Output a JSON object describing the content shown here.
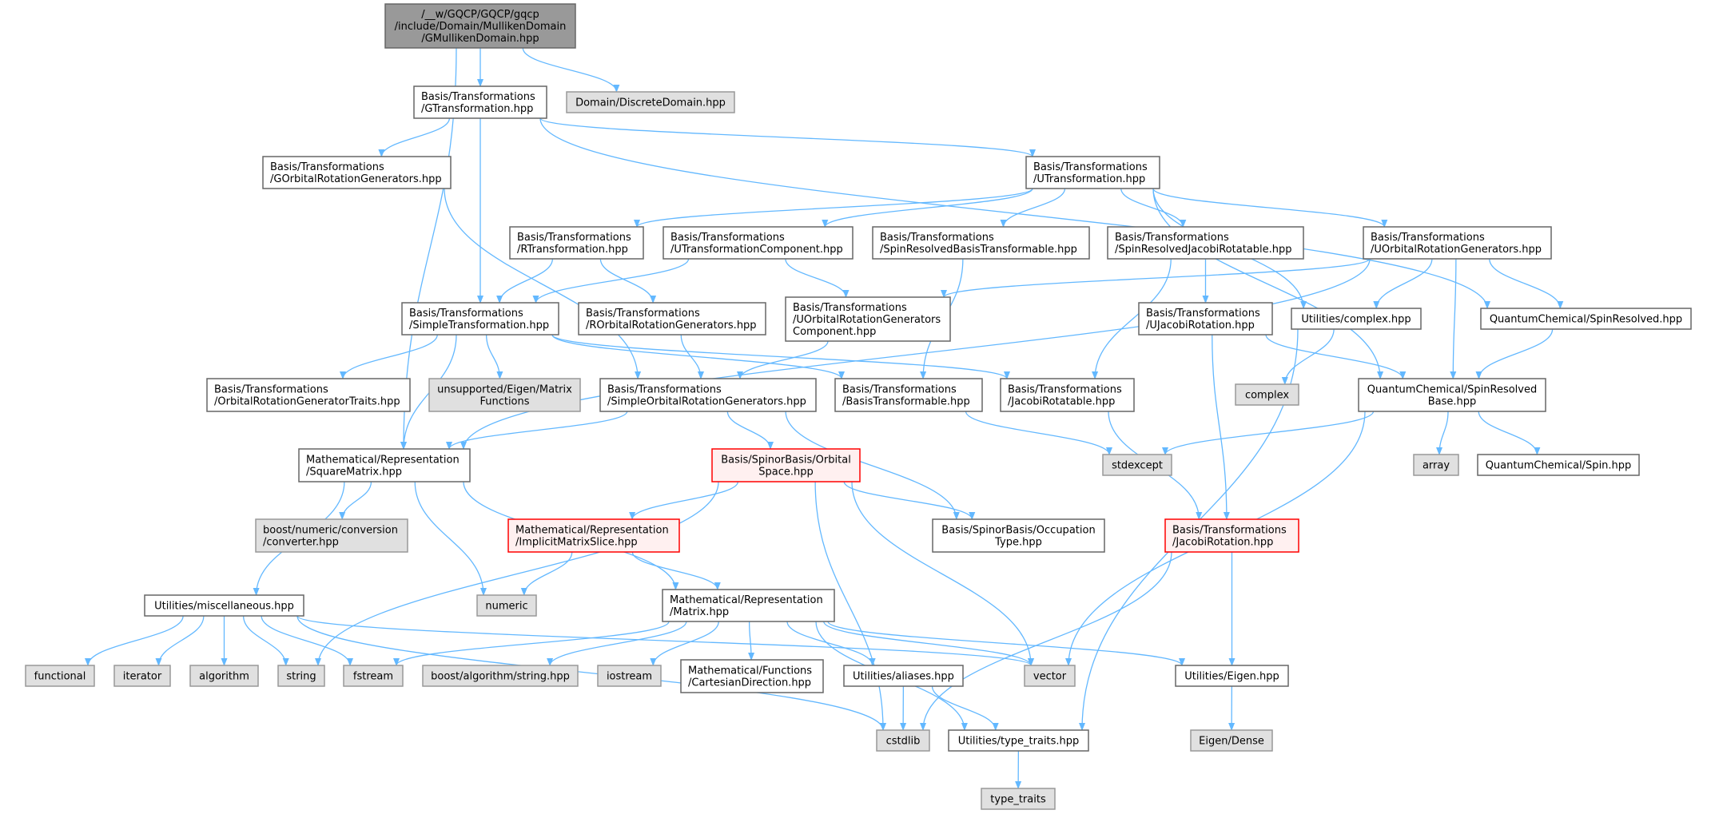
{
  "colors": {
    "edge": "#63b8ff",
    "root_fill": "#999999",
    "system_fill": "#e0e0e0",
    "incomplete_border": "#ff0000"
  },
  "nodes": {
    "root": {
      "lines": [
        "/__w/GQCP/GQCP/gqcp",
        "/include/Domain/MullikenDomain",
        "/GMullikenDomain.hpp"
      ],
      "kind": "root"
    },
    "gtrans": {
      "lines": [
        "Basis/Transformations",
        "/GTransformation.hpp"
      ],
      "kind": "normal"
    },
    "discrete": {
      "lines": [
        "Domain/DiscreteDomain.hpp"
      ],
      "kind": "system"
    },
    "gorg": {
      "lines": [
        "Basis/Transformations",
        "/GOrbitalRotationGenerators.hpp"
      ],
      "kind": "normal"
    },
    "utrans": {
      "lines": [
        "Basis/Transformations",
        "/UTransformation.hpp"
      ],
      "kind": "normal"
    },
    "rtrans": {
      "lines": [
        "Basis/Transformations",
        "/RTransformation.hpp"
      ],
      "kind": "normal"
    },
    "utcomp": {
      "lines": [
        "Basis/Transformations",
        "/UTransformationComponent.hpp"
      ],
      "kind": "normal"
    },
    "srbt": {
      "lines": [
        "Basis/Transformations",
        "/SpinResolvedBasisTransformable.hpp"
      ],
      "kind": "normal"
    },
    "srjr": {
      "lines": [
        "Basis/Transformations",
        "/SpinResolvedJacobiRotatable.hpp"
      ],
      "kind": "normal"
    },
    "uorg": {
      "lines": [
        "Basis/Transformations",
        "/UOrbitalRotationGenerators.hpp"
      ],
      "kind": "normal"
    },
    "simple": {
      "lines": [
        "Basis/Transformations",
        "/SimpleTransformation.hpp"
      ],
      "kind": "normal"
    },
    "rorg": {
      "lines": [
        "Basis/Transformations",
        "/ROrbitalRotationGenerators.hpp"
      ],
      "kind": "normal"
    },
    "uorgc": {
      "lines": [
        "Basis/Transformations",
        "/UOrbitalRotationGenerators",
        "Component.hpp"
      ],
      "kind": "normal"
    },
    "ujacobi": {
      "lines": [
        "Basis/Transformations",
        "/UJacobiRotation.hpp"
      ],
      "kind": "normal"
    },
    "complexhpp": {
      "lines": [
        "Utilities/complex.hpp"
      ],
      "kind": "normal"
    },
    "spinres": {
      "lines": [
        "QuantumChemical/SpinResolved.hpp"
      ],
      "kind": "normal"
    },
    "traits": {
      "lines": [
        "Basis/Transformations",
        "/OrbitalRotationGeneratorTraits.hpp"
      ],
      "kind": "normal"
    },
    "unsupported": {
      "lines": [
        "unsupported/Eigen/Matrix",
        "Functions"
      ],
      "kind": "system"
    },
    "sorg": {
      "lines": [
        "Basis/Transformations",
        "/SimpleOrbitalRotationGenerators.hpp"
      ],
      "kind": "normal"
    },
    "btrans": {
      "lines": [
        "Basis/Transformations",
        "/BasisTransformable.hpp"
      ],
      "kind": "normal"
    },
    "jrotatable": {
      "lines": [
        "Basis/Transformations",
        "/JacobiRotatable.hpp"
      ],
      "kind": "normal"
    },
    "complex": {
      "lines": [
        "complex"
      ],
      "kind": "system"
    },
    "srbase": {
      "lines": [
        "QuantumChemical/SpinResolved",
        "Base.hpp"
      ],
      "kind": "normal"
    },
    "square": {
      "lines": [
        "Mathematical/Representation",
        "/SquareMatrix.hpp"
      ],
      "kind": "normal"
    },
    "orbspace": {
      "lines": [
        "Basis/SpinorBasis/Orbital",
        "Space.hpp"
      ],
      "kind": "red"
    },
    "stdexcept": {
      "lines": [
        "stdexcept"
      ],
      "kind": "system"
    },
    "array": {
      "lines": [
        "array"
      ],
      "kind": "system"
    },
    "spin": {
      "lines": [
        "QuantumChemical/Spin.hpp"
      ],
      "kind": "normal"
    },
    "converter": {
      "lines": [
        "boost/numeric/conversion",
        "/converter.hpp"
      ],
      "kind": "system"
    },
    "slice": {
      "lines": [
        "Mathematical/Representation",
        "/ImplicitMatrixSlice.hpp"
      ],
      "kind": "red"
    },
    "occupation": {
      "lines": [
        "Basis/SpinorBasis/Occupation",
        "Type.hpp"
      ],
      "kind": "normal"
    },
    "jacobirot": {
      "lines": [
        "Basis/Transformations",
        "/JacobiRotation.hpp"
      ],
      "kind": "red"
    },
    "misc": {
      "lines": [
        "Utilities/miscellaneous.hpp"
      ],
      "kind": "normal"
    },
    "numeric": {
      "lines": [
        "numeric"
      ],
      "kind": "system"
    },
    "matrix": {
      "lines": [
        "Mathematical/Representation",
        "/Matrix.hpp"
      ],
      "kind": "normal"
    },
    "functional": {
      "lines": [
        "functional"
      ],
      "kind": "system"
    },
    "iterator": {
      "lines": [
        "iterator"
      ],
      "kind": "system"
    },
    "algorithm": {
      "lines": [
        "algorithm"
      ],
      "kind": "system"
    },
    "string": {
      "lines": [
        "string"
      ],
      "kind": "system"
    },
    "fstream": {
      "lines": [
        "fstream"
      ],
      "kind": "system"
    },
    "boostalg": {
      "lines": [
        "boost/algorithm/string.hpp"
      ],
      "kind": "system"
    },
    "iostream": {
      "lines": [
        "iostream"
      ],
      "kind": "system"
    },
    "cartesian": {
      "lines": [
        "Mathematical/Functions",
        "/CartesianDirection.hpp"
      ],
      "kind": "normal"
    },
    "aliases": {
      "lines": [
        "Utilities/aliases.hpp"
      ],
      "kind": "normal"
    },
    "vector": {
      "lines": [
        "vector"
      ],
      "kind": "system"
    },
    "eigenhpp": {
      "lines": [
        "Utilities/Eigen.hpp"
      ],
      "kind": "normal"
    },
    "cstdlib": {
      "lines": [
        "cstdlib"
      ],
      "kind": "system"
    },
    "typetraitshpp": {
      "lines": [
        "Utilities/type_traits.hpp"
      ],
      "kind": "normal"
    },
    "eigendense": {
      "lines": [
        "Eigen/Dense"
      ],
      "kind": "system"
    },
    "typetraits": {
      "lines": [
        "type_traits"
      ],
      "kind": "system"
    }
  },
  "edges": [
    [
      "root",
      "gtrans"
    ],
    [
      "root",
      "discrete"
    ],
    [
      "root",
      "square"
    ],
    [
      "gtrans",
      "gorg"
    ],
    [
      "gtrans",
      "simple"
    ],
    [
      "gtrans",
      "utrans"
    ],
    [
      "gtrans",
      "spinres"
    ],
    [
      "gorg",
      "sorg"
    ],
    [
      "utrans",
      "rtrans"
    ],
    [
      "utrans",
      "utcomp"
    ],
    [
      "utrans",
      "srbt"
    ],
    [
      "utrans",
      "srjr"
    ],
    [
      "utrans",
      "uorg"
    ],
    [
      "utrans",
      "complexhpp"
    ],
    [
      "utrans",
      "srbase"
    ],
    [
      "rtrans",
      "simple"
    ],
    [
      "rtrans",
      "rorg"
    ],
    [
      "utcomp",
      "simple"
    ],
    [
      "utcomp",
      "uorgc"
    ],
    [
      "srbt",
      "btrans"
    ],
    [
      "srjr",
      "jrotatable"
    ],
    [
      "srjr",
      "ujacobi"
    ],
    [
      "uorg",
      "uorgc"
    ],
    [
      "uorg",
      "square"
    ],
    [
      "uorg",
      "complexhpp"
    ],
    [
      "uorg",
      "spinres"
    ],
    [
      "uorg",
      "srbase"
    ],
    [
      "simple",
      "square"
    ],
    [
      "simple",
      "traits"
    ],
    [
      "simple",
      "unsupported"
    ],
    [
      "simple",
      "btrans"
    ],
    [
      "simple",
      "jrotatable"
    ],
    [
      "rorg",
      "sorg"
    ],
    [
      "uorgc",
      "sorg"
    ],
    [
      "ujacobi",
      "srbase"
    ],
    [
      "ujacobi",
      "jacobirot"
    ],
    [
      "complexhpp",
      "complex"
    ],
    [
      "complexhpp",
      "typetraitshpp"
    ],
    [
      "spinres",
      "srbase"
    ],
    [
      "sorg",
      "square"
    ],
    [
      "sorg",
      "orbspace"
    ],
    [
      "sorg",
      "occupation"
    ],
    [
      "btrans",
      "stdexcept"
    ],
    [
      "jrotatable",
      "jacobirot"
    ],
    [
      "srbase",
      "stdexcept"
    ],
    [
      "srbase",
      "array"
    ],
    [
      "srbase",
      "spin"
    ],
    [
      "srbase",
      "vector"
    ],
    [
      "square",
      "misc"
    ],
    [
      "square",
      "converter"
    ],
    [
      "square",
      "numeric"
    ],
    [
      "square",
      "matrix"
    ],
    [
      "orbspace",
      "slice"
    ],
    [
      "orbspace",
      "string"
    ],
    [
      "orbspace",
      "occupation"
    ],
    [
      "orbspace",
      "vector"
    ],
    [
      "orbspace",
      "cstdlib"
    ],
    [
      "slice",
      "numeric"
    ],
    [
      "slice",
      "matrix"
    ],
    [
      "jacobirot",
      "eigenhpp"
    ],
    [
      "jacobirot",
      "cstdlib"
    ],
    [
      "misc",
      "functional"
    ],
    [
      "misc",
      "iterator"
    ],
    [
      "misc",
      "algorithm"
    ],
    [
      "misc",
      "string"
    ],
    [
      "misc",
      "fstream"
    ],
    [
      "misc",
      "vector"
    ],
    [
      "misc",
      "cstdlib"
    ],
    [
      "matrix",
      "fstream"
    ],
    [
      "matrix",
      "boostalg"
    ],
    [
      "matrix",
      "iostream"
    ],
    [
      "matrix",
      "cartesian"
    ],
    [
      "matrix",
      "aliases"
    ],
    [
      "matrix",
      "vector"
    ],
    [
      "matrix",
      "typetraitshpp"
    ],
    [
      "matrix",
      "eigenhpp"
    ],
    [
      "aliases",
      "cstdlib"
    ],
    [
      "aliases",
      "typetraitshpp"
    ],
    [
      "eigenhpp",
      "eigendense"
    ],
    [
      "typetraitshpp",
      "typetraits"
    ]
  ]
}
